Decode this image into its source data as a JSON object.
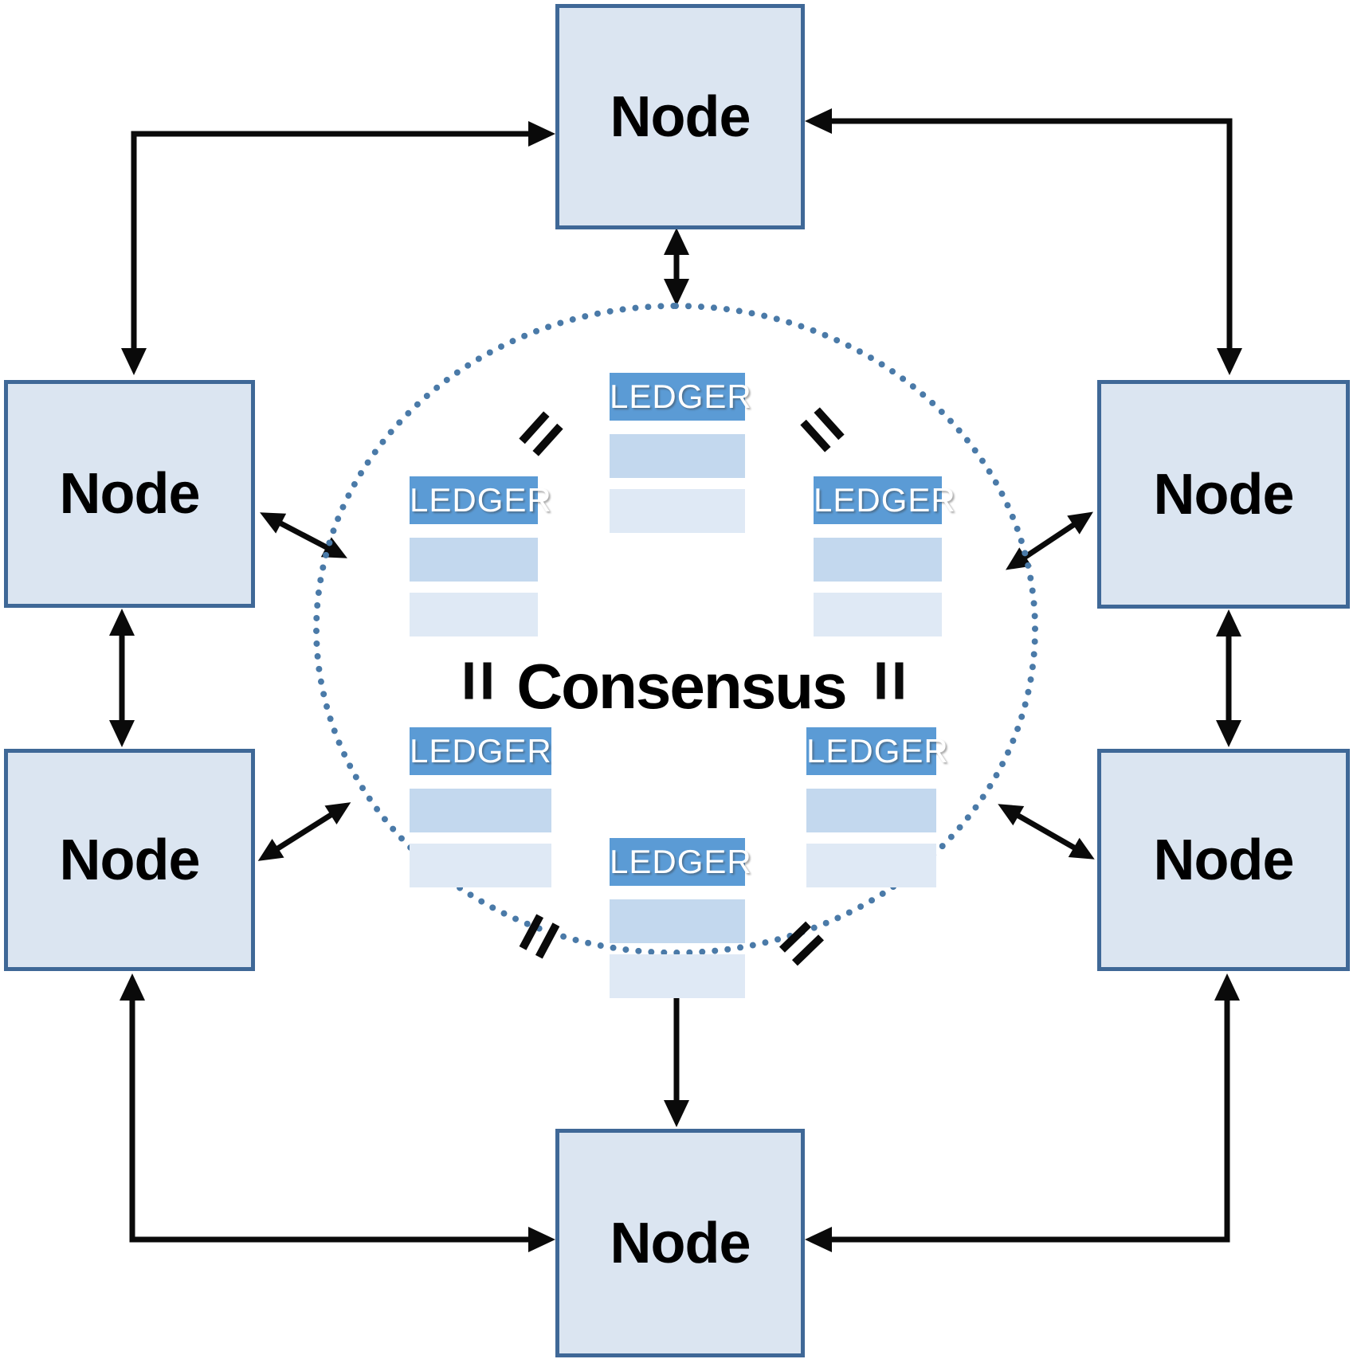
{
  "diagram": {
    "consensus_label": "Consensus",
    "nodes": {
      "top": {
        "label": "Node"
      },
      "left_upper": {
        "label": "Node"
      },
      "left_lower": {
        "label": "Node"
      },
      "right_upper": {
        "label": "Node"
      },
      "right_lower": {
        "label": "Node"
      },
      "bottom": {
        "label": "Node"
      }
    },
    "ledgers": {
      "top": {
        "title": "LEDGER"
      },
      "left": {
        "title": "LEDGER"
      },
      "right": {
        "title": "LEDGER"
      },
      "lower_left": {
        "title": "LEDGER"
      },
      "lower_right": {
        "title": "LEDGER"
      },
      "bottom": {
        "title": "LEDGER"
      }
    },
    "colors": {
      "ledger-header": "#5b9bd5",
      "ledger-row1": "#c3d8ee",
      "ledger-row2": "#dfe9f5",
      "node-fill": "#dbe5f1",
      "node-border": "#3f6897",
      "circle-dot": "#4a7aa8",
      "arrow": "#0a0a0a",
      "text": "#000000"
    }
  }
}
